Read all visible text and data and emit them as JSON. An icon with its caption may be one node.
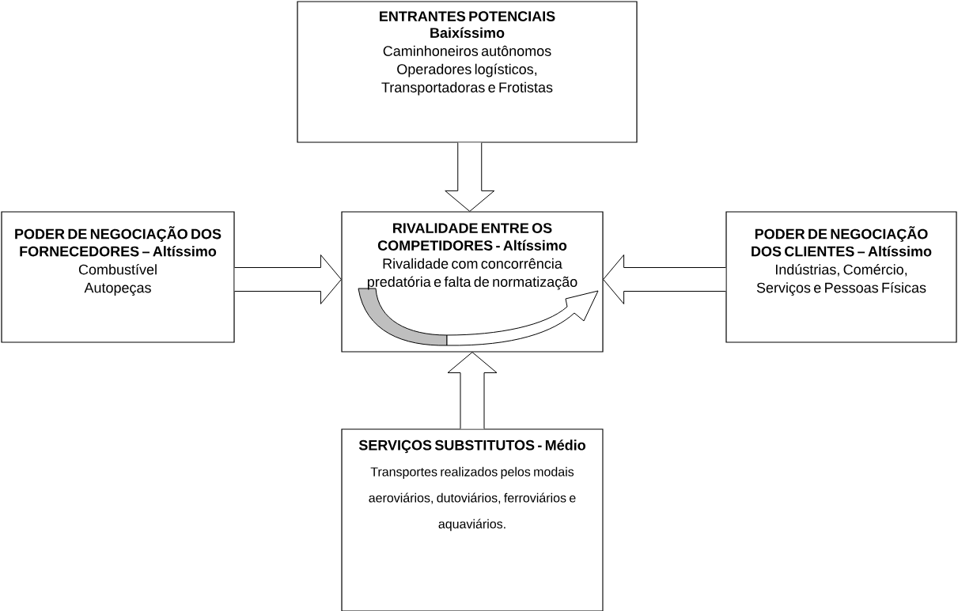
{
  "diagram": {
    "nodes": [
      {
        "text": [
          "ENTRANTES POTENCIAIS",
          "Baixíssimo",
          "Caminhoneiros autônomos Operadores logísticos, Transportadoras e Frotistas"
        ]
      },
      {
        "text": [
          "PODER DE NEGOCIAÇÃO DOS FORNECEDORES – Altíssimo",
          "Combustível",
          "Autopeças"
        ]
      },
      {
        "text": [
          "RIVALIDADE ENTRE OS COMPETIDORES - Altíssimo",
          "Rivalidade com concorrência predatória e falta de normatização"
        ]
      },
      {
        "text": [
          "PODER DE NEGOCIAÇÃO DOS  CLIENTES – Altíssimo",
          "Indústrias, Comércio, Serviços e Pessoas Físicas"
        ]
      },
      {
        "text": [
          "SERVIÇOS SUBSTITUTOS - Médio",
          "Transportes realizados pelos modais aeroviários, dutoviários, ferroviários e aquaviários."
        ]
      }
    ],
    "edges": [
      {
        "from": 0,
        "to": 2,
        "arrow": "to"
      },
      {
        "from": 1,
        "to": 2,
        "arrow": "to"
      },
      {
        "from": 3,
        "to": 2,
        "arrow": "to"
      },
      {
        "from": 4,
        "to": 2,
        "arrow": "to"
      }
    ]
  }
}
